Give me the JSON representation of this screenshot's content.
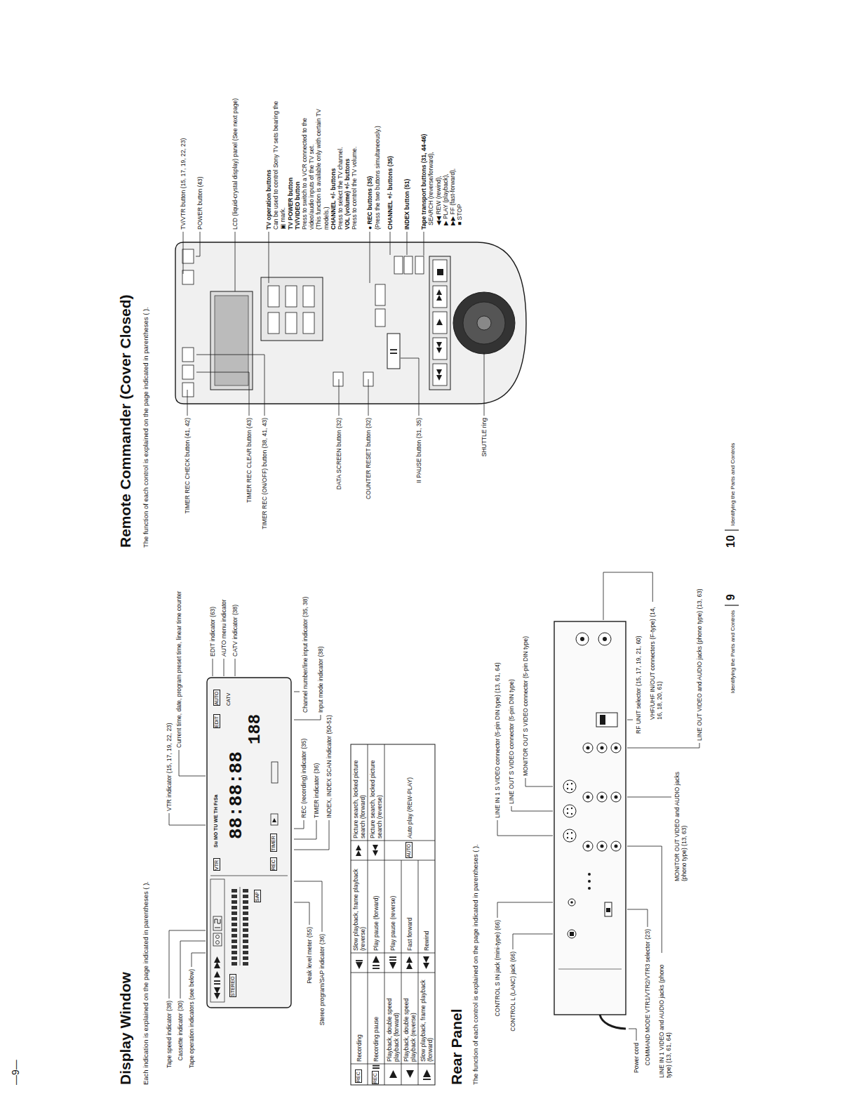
{
  "diagram": {
    "labels": [
      "—9—",
      "Display Window",
      "Each indication is explained on the page indicated in parentheses ( ).",
      "Tape speed indicator (38)",
      "Cassette indicator (30)",
      "Tape operation indicators (see below)",
      "VTR indicator (15, 17, 19, 22, 23)",
      "Current time, date, program preset time, linear time counter",
      "EDIT indicator (63)",
      "AUTO menu indicator",
      "CATV indicator (38)",
      "STEREO",
      "SAP",
      "VTR",
      "Su MO TU WE TH FrSa",
      "EDIT",
      "AUTO",
      "CATV",
      "REC",
      "TIMER",
      "88:88:88",
      "188",
      "Peak level meter (55)",
      "Stereo program/SAP indicator (36)",
      "REC (recording) indicator (35)",
      "TIMER indicator (36)",
      "INDEX, INDEX SCAN indicator (50-51)",
      "Channel number/line input indicator (35, 38)",
      "Input mode indicator (38)",
      "REC",
      "Recording",
      "Slow playback, frame playback (reverse)",
      "Picture search, locked picture search (forward)",
      "REC",
      "Recording pause",
      "Play pause (forward)",
      "Picture search, locked picture search (reverse)",
      "Playback, double speed playback (forward)",
      "Play pause (reverse)",
      "AUTO",
      "Auto play (REW-PLAY)",
      "Playback, double speed playback (reverse)",
      "Fast forward",
      "Slow playback, frame playback (forward)",
      "Rewind",
      "Rear Panel",
      "The function of each control is explained on the page indicated in parentheses ( ).",
      "CONTROL S IN jack (mini-type) (66)",
      "CONTROL L (LANC) jack (66)",
      "LINE IN 1 S VIDEO connector (5-pin DIN type) (13, 61, 64)",
      "LINE OUT S VIDEO connector (5-pin DIN type)",
      "MONITOR OUT S VIDEO connector (5-pin DIN type)",
      "Power cord",
      "COMMAND MODE VTR1/VTR2/VTR3 selector (23)",
      "LINE IN 1 VIDEO and AUDIO jacks (phono type) (13, 61, 64)",
      "RF UNIT selector (15, 17, 19, 21, 60)",
      "VHF/UHF IN/OUT connectors (F-type) (14, 16, 18, 20, 61)",
      "MONITOR OUT VIDEO and AUDIO jacks (phono type) (13, 63)",
      "LINE OUT VIDEO and AUDIO jacks (phono type) (13, 63)",
      "Identifying the Parts and Controls",
      "9",
      "Remote Commander (Cover Closed)",
      "The function of each control is explained on the page indicated in parentheses ( ).",
      "TIMER REC CHECK button (41, 42)",
      "TIMER REC CLEAR button (43)",
      "TIMER REC (ON/OFF) button (38, 41, 43)",
      "DATA SCREEN button (32)",
      "COUNTER RESET button (32)",
      "II PAUSE button (31, 35)",
      "SHUTTLE ring",
      "TV/VTR button (15, 17, 19, 22, 23)",
      "POWER button (43)",
      "LCD (liquid-crystal display) panel (See next page)",
      "TV operation buttons",
      "Can be used to control Sony TV sets bearing the ▣ mark.",
      "TV POWER button",
      "TV/VIDEO button",
      "Press to switch to a VCR connected to the video/audio inputs of the TV set.",
      "(This function is available only with certain TV models.)",
      "CHANNEL +/- buttons",
      "Press to select the TV channel.",
      "VOL (volume) +/- buttons",
      "Press to control the TV volume.",
      "● REC buttons (35)",
      "(Press the two buttons simultaneously.)",
      "CHANNEL +/- buttons (35)",
      "INDEX button (51)",
      "Tape transport buttons (31, 44-46)",
      "SEARCH (reverse/forward),",
      "◀◀ REW (rewind),",
      "▶ PLAY (playback),",
      "▶▶ FF (fast-forward),",
      "■ STOP",
      "10",
      "Identifying the Parts and Controls"
    ]
  }
}
